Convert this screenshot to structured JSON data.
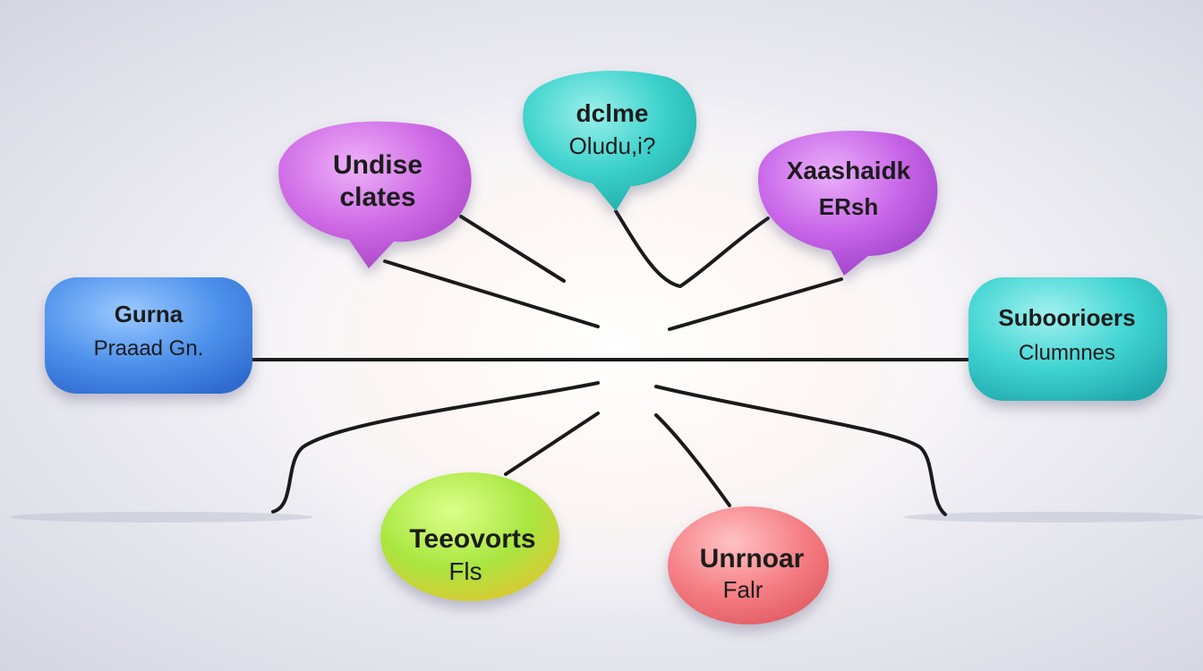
{
  "nodes": [
    {
      "id": "top-left",
      "line1": "Undise",
      "line2": "clates",
      "color_main": "#cf6ae6",
      "color_dark": "#a846c6",
      "color_light": "#eeb2f8"
    },
    {
      "id": "top-center",
      "line1": "dclme",
      "line2": "Oludu,i?",
      "color_main": "#3cd2cc",
      "color_dark": "#21aea9",
      "color_light": "#9cf0ec"
    },
    {
      "id": "top-right",
      "line1": "Xaashaidk",
      "line2": "ERsh",
      "color_main": "#c865e8",
      "color_dark": "#9c41c6",
      "color_light": "#eab0fb"
    },
    {
      "id": "mid-left",
      "line1": "Gurna",
      "line2": "Praaad Gn.",
      "color_main": "#4f92ec",
      "color_dark": "#2e6bd0",
      "color_light": "#9ccaff"
    },
    {
      "id": "mid-right",
      "line1": "Suboorioers",
      "line2": "Clumnnes",
      "color_main": "#3fd4d2",
      "color_dark": "#22a9ad",
      "color_light": "#a2f2f0"
    },
    {
      "id": "bottom-left",
      "line1": "Teeovorts",
      "line2": "Fls",
      "color_main": "#a9e640",
      "color_dark": "#c9c430",
      "color_light": "#dcff8a"
    },
    {
      "id": "bottom-right",
      "line1": "Unrnoar",
      "line2": "Falr",
      "color_main": "#f57f84",
      "color_dark": "#e0585f",
      "color_light": "#ffb6ba"
    }
  ]
}
